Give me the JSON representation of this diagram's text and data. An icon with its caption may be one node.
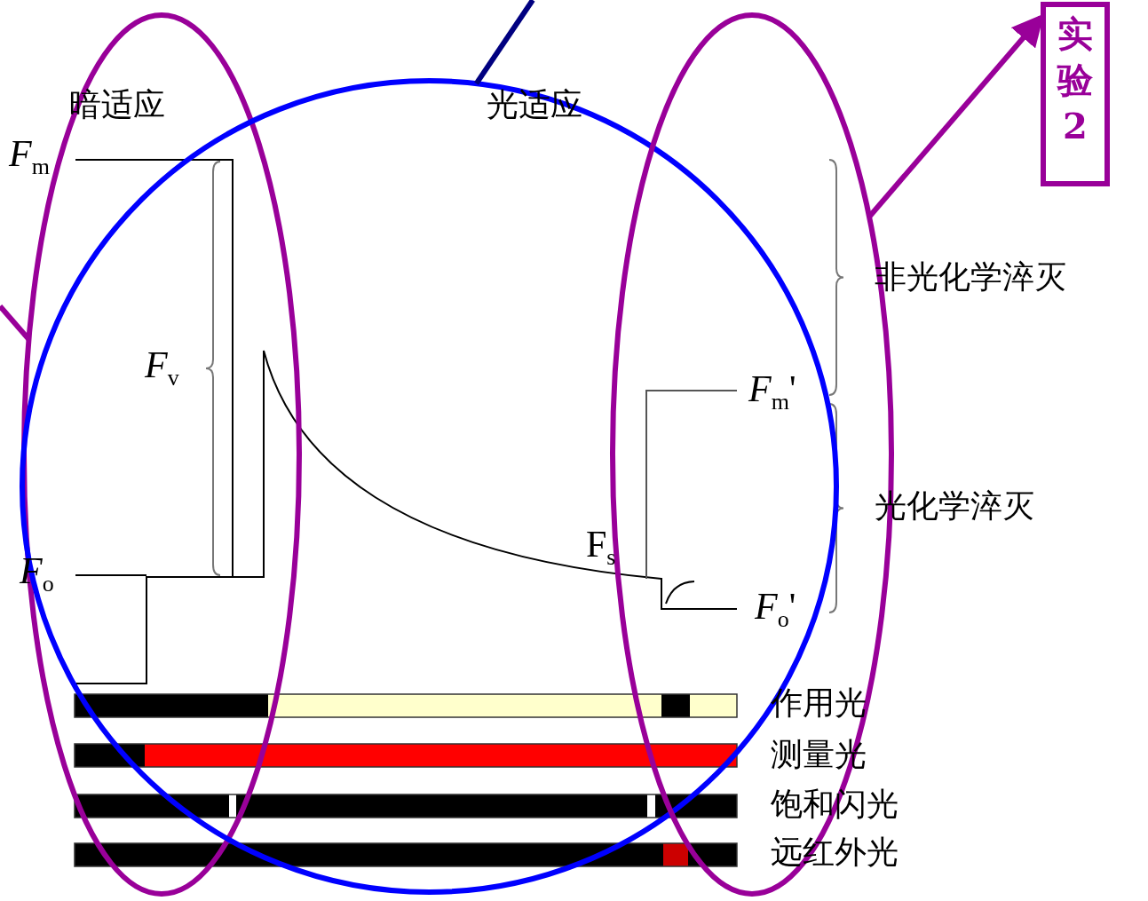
{
  "diagram": {
    "nodes": [
      {
        "text": [],
        "shape": "ellipse"
      },
      {
        "text": [],
        "shape": "ellipse"
      },
      {
        "text": [],
        "shape": "ellipse"
      },
      {
        "text": [
          "实验 2"
        ]
      }
    ],
    "edges": [
      {
        "from": 2,
        "to": 3,
        "arrow": "to"
      },
      {
        "from": 1,
        "to": null,
        "arrow": "none",
        "color": "#000080"
      },
      {
        "from": null,
        "to": 0,
        "arrow": "none"
      }
    ],
    "labels": [
      "暗适应",
      "光适应",
      "*F*$_{m}$",
      "非光化学淬灭",
      "*F*$_{v}$",
      "*F*$_{m}$'",
      "光化学淬灭",
      "F$_{s}$",
      "*F*$_{o}$",
      "*F*$_{o}$'",
      "作用光",
      "测量光",
      "饱和闪光",
      "远红外光"
    ]
  }
}
